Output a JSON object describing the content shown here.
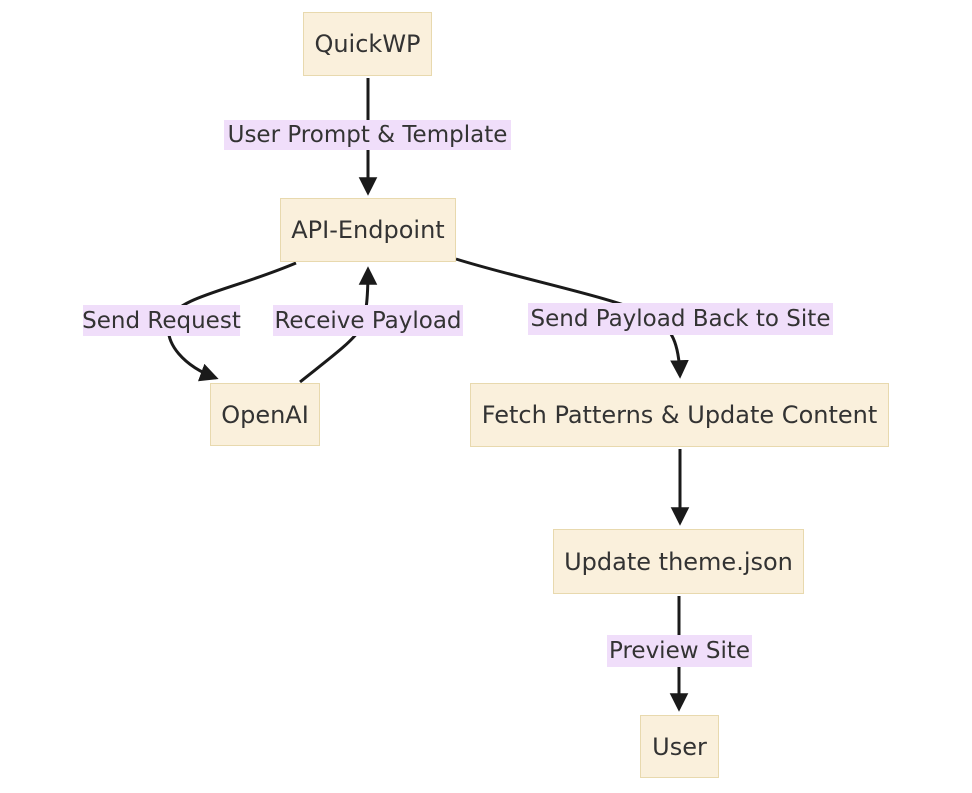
{
  "diagram": {
    "type": "flowchart",
    "direction": "top-down",
    "colors": {
      "background": "#ffffff",
      "node_fill": "#faf0dc",
      "node_border": "#e8d9ae",
      "edge_label_bg": "#f0defa",
      "text": "#333333",
      "line": "#1a1a1a"
    },
    "nodes": [
      {
        "id": "quickwp",
        "label": "QuickWP"
      },
      {
        "id": "api-endpoint",
        "label": "API-Endpoint"
      },
      {
        "id": "openai",
        "label": "OpenAI"
      },
      {
        "id": "fetch-patterns",
        "label": "Fetch Patterns & Update Content"
      },
      {
        "id": "update-theme-json",
        "label": "Update theme.json"
      },
      {
        "id": "user",
        "label": "User"
      }
    ],
    "edges": [
      {
        "from": "QuickWP",
        "to": "API-Endpoint",
        "label": "User Prompt & Template"
      },
      {
        "from": "API-Endpoint",
        "to": "OpenAI",
        "label": "Send Request"
      },
      {
        "from": "OpenAI",
        "to": "API-Endpoint",
        "label": "Receive Payload"
      },
      {
        "from": "API-Endpoint",
        "to": "Fetch Patterns & Update Content",
        "label": "Send Payload Back to Site"
      },
      {
        "from": "Fetch Patterns & Update Content",
        "to": "Update theme.json",
        "label": ""
      },
      {
        "from": "Update theme.json",
        "to": "User",
        "label": "Preview Site"
      }
    ]
  }
}
